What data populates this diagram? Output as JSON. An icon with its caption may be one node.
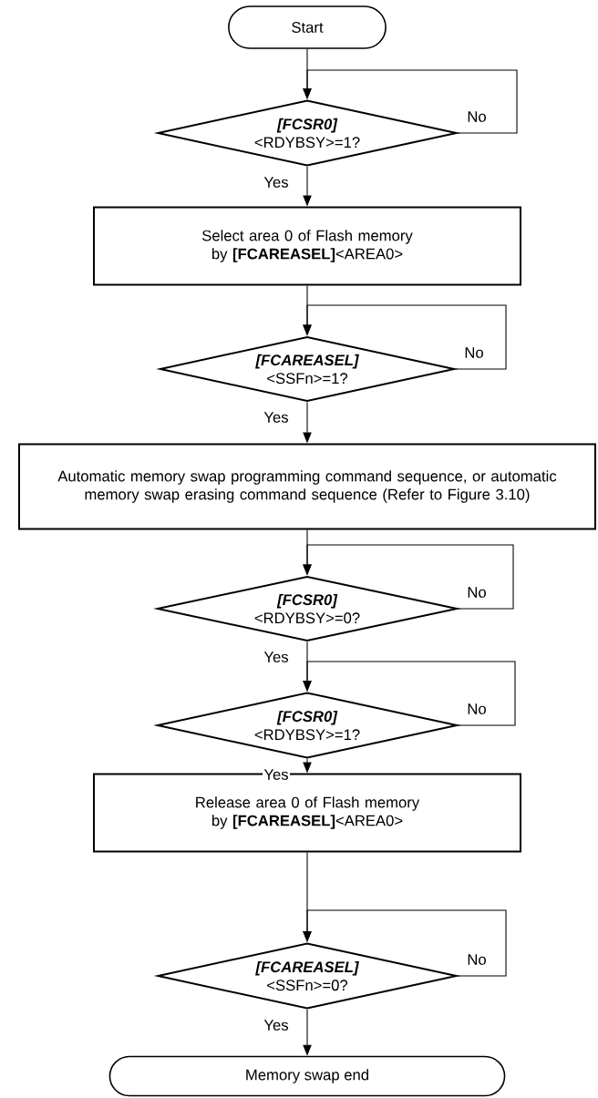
{
  "diagram": {
    "nodes": [
      {
        "text": [
          "Start"
        ]
      },
      {
        "text": [
          "[FCSR0]",
          "<RDYBSY>=1?"
        ]
      },
      {
        "text": [
          "Select area 0 of Flash memory by **[FCAREASEL]**<AREA0>"
        ]
      },
      {
        "text": [
          "[FCAREASEL]",
          "<SSFn>=1?"
        ]
      },
      {
        "text": [
          "Automatic memory swap programming command sequence, or automatic memory swap erasing command sequence (Refer to Figure 3.10)"
        ]
      },
      {
        "text": [
          "[FCSR0]",
          "<RDYBSY>=0?"
        ]
      },
      {
        "text": [
          "[FCSR0]",
          "<RDYBSY>=1?"
        ]
      },
      {
        "text": [
          "Release area 0 of Flash memory by **[FCAREASEL]**<AREA0>"
        ]
      },
      {
        "text": [
          "[FCAREASEL]",
          "<SSFn>=0?"
        ]
      },
      {
        "text": [
          "Memory swap end"
        ]
      }
    ],
    "edges": [
      {
        "from": 0,
        "to": 1,
        "arrow": "to"
      },
      {
        "from": 1,
        "to": 1,
        "arrow": "to",
        "label": "No"
      },
      {
        "from": 1,
        "to": 2,
        "arrow": "to",
        "label": "Yes"
      },
      {
        "from": 2,
        "to": 3,
        "arrow": "to"
      },
      {
        "from": 3,
        "to": 3,
        "arrow": "to",
        "label": "No"
      },
      {
        "from": 3,
        "to": 4,
        "arrow": "to",
        "label": "Yes"
      },
      {
        "from": 4,
        "to": 5,
        "arrow": "to"
      },
      {
        "from": 5,
        "to": 5,
        "arrow": "to",
        "label": "No"
      },
      {
        "from": 5,
        "to": 6,
        "arrow": "to",
        "label": "Yes"
      },
      {
        "from": 6,
        "to": 6,
        "arrow": "to",
        "label": "No"
      },
      {
        "from": 6,
        "to": 7,
        "arrow": "to",
        "label": "Yes"
      },
      {
        "from": 7,
        "to": 8,
        "arrow": "to"
      },
      {
        "from": 8,
        "to": 8,
        "arrow": "to",
        "label": "No"
      },
      {
        "from": 8,
        "to": 9,
        "arrow": "to",
        "label": "Yes"
      }
    ]
  }
}
